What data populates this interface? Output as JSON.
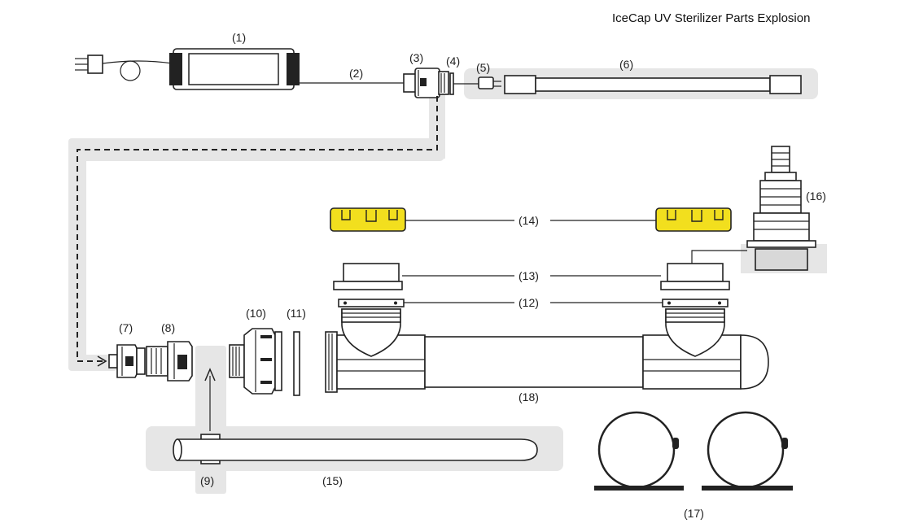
{
  "title": "IceCap UV Sterilizer Parts Explosion",
  "labels": {
    "p1": "(1)",
    "p2": "(2)",
    "p3": "(3)",
    "p4": "(4)",
    "p5": "(5)",
    "p6": "(6)",
    "p7": "(7)",
    "p8": "(8)",
    "p9": "(9)",
    "p10": "(10)",
    "p11": "(11)",
    "p12": "(12)",
    "p13": "(13)",
    "p14": "(14)",
    "p15": "(15)",
    "p16": "(16)",
    "p17": "(17)",
    "p18": "(18)"
  },
  "colors": {
    "highlight_band": "#e6e6e6",
    "cap_yellow": "#f2df1e",
    "line": "#222222"
  }
}
